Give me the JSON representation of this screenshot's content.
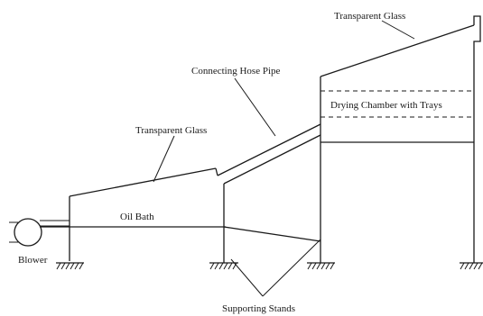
{
  "labels": {
    "glass_top": "Transparent Glass",
    "hose": "Connecting Hose Pipe",
    "drying": "Drying Chamber with Trays",
    "glass_left": "Transparent Glass",
    "oil_bath": "Oil Bath",
    "blower": "Blower",
    "stands": "Supporting Stands"
  }
}
